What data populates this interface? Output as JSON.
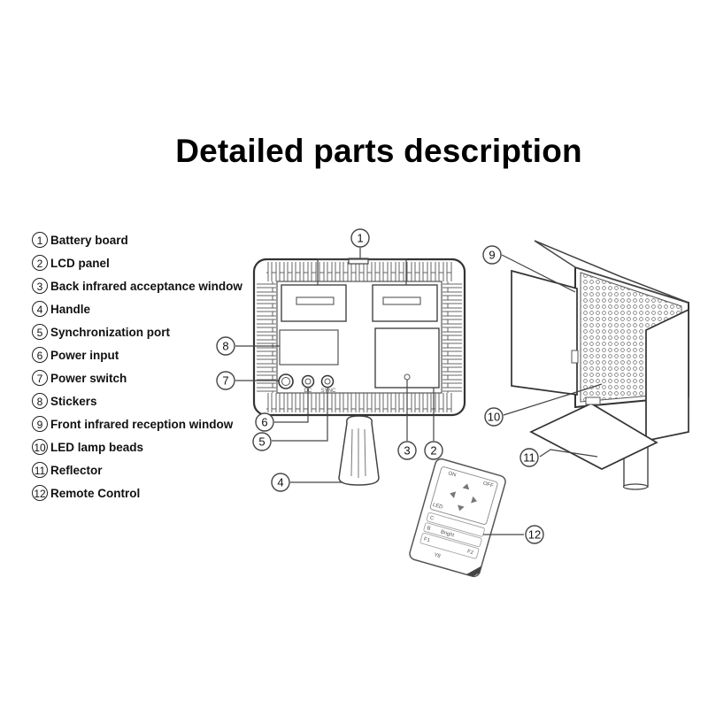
{
  "title": "Detailed parts description",
  "parts": [
    {
      "num": "1",
      "label": "Battery board"
    },
    {
      "num": "2",
      "label": "LCD panel"
    },
    {
      "num": "3",
      "label": "Back infrared acceptance window"
    },
    {
      "num": "4",
      "label": "Handle"
    },
    {
      "num": "5",
      "label": "Synchronization port"
    },
    {
      "num": "6",
      "label": "Power input"
    },
    {
      "num": "7",
      "label": "Power switch"
    },
    {
      "num": "8",
      "label": "Stickers"
    },
    {
      "num": "9",
      "label": "Front infrared reception window"
    },
    {
      "num": "10",
      "label": "LED lamp beads"
    },
    {
      "num": "11",
      "label": "Reflector"
    },
    {
      "num": "12",
      "label": "Remote Control"
    }
  ],
  "back_panel_port_labels": [
    "DC",
    "SYNC"
  ],
  "remote": {
    "top_labels": [
      "ON",
      "OFF"
    ],
    "row_labels": [
      "LED",
      "C",
      "B",
      "Bright",
      "F1",
      "F2"
    ],
    "footer": "Y8"
  },
  "colors": {
    "line": "#444444",
    "ink": "#111111",
    "background": "#ffffff"
  }
}
